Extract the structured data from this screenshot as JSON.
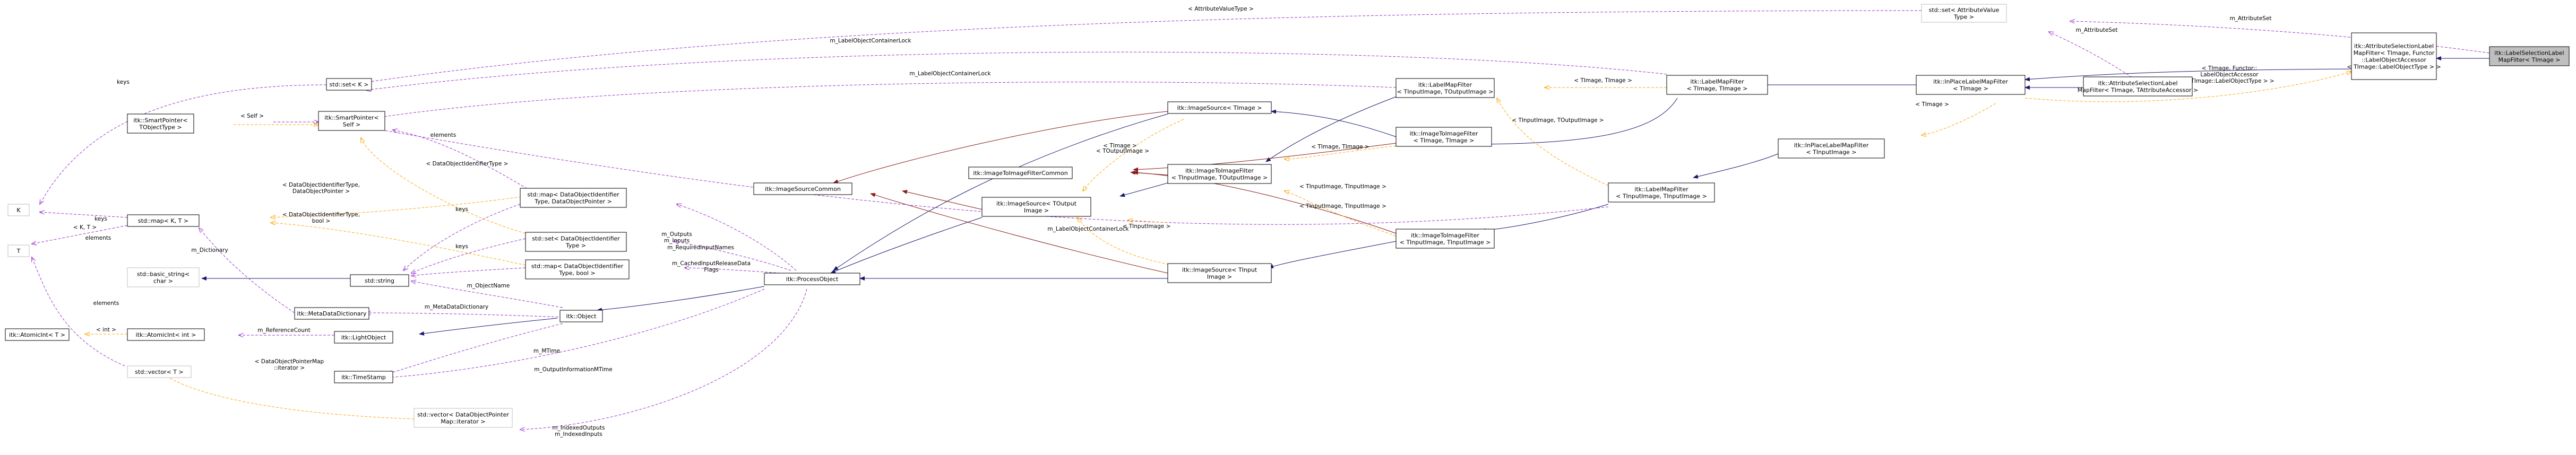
{
  "nodes": {
    "n_self": "itk::LabelSelectionLabel|MapFilter< TImage >",
    "n_attrSelLabelMapFunctor": "itk::AttributeSelectionLabel|MapFilter< TImage, Functor|::LabelObjectAccessor|< TImage::LabelObjectType > >",
    "n_stdSetAttr": "std::set< AttributeValue|Type >",
    "n_attrSelLabelMapTAttr": "itk::AttributeSelectionLabel|MapFilter< TImage, TAttributeAccessor >",
    "n_inPlaceTImage": "itk::InPlaceLabelMapFilter|< TImage >",
    "n_labelMapFilterTImage": "itk::LabelMapFilter|< TImage, TImage >",
    "n_labelMapFilterTIn": "itk::LabelMapFilter|< TInputImage, TOutputImage >",
    "n_inPlaceTIn": "itk::InPlaceLabelMapFilter|< TInputImage >",
    "n_labelMapFilterTInTIn": "itk::LabelMapFilter|< TInputImage, TInputImage >",
    "n_imageToImageTImage": "itk::ImageToImageFilter|< TImage, TImage >",
    "n_imageSourceTImage": "itk::ImageSource< TImage >",
    "n_imageToImageFilterCommon": "itk::ImageToImageFilterCommon",
    "n_imageToImageTInTOut": "itk::ImageToImageFilter|< TInputImage, TOutputImage >",
    "n_imageSourceTOut": "itk::ImageSource< TOutput|Image >",
    "n_imageSourceCommon": "itk::ImageSourceCommon",
    "n_imageToImageTInTIn": "itk::ImageToImageFilter|< TInputImage, TInputImage >",
    "n_imageSourceTIn": "itk::ImageSource< TInput|Image >",
    "n_processObject": "itk::ProcessObject",
    "n_stdMapDOIPtr": "std::map< DataObjectIdentifier|Type, DataObjectPointer >",
    "n_stdSetDOI": "std::set< DataObjectIdentifier|Type >",
    "n_stdMapDOIBool": "std::map< DataObjectIdentifier|Type, bool >",
    "n_object": "itk::Object",
    "n_lightObject": "itk::LightObject",
    "n_timeStamp": "itk::TimeStamp",
    "n_metaDataDictionary": "itk::MetaDataDictionary",
    "n_stdString": "std::string",
    "n_stdBasicString": "std::basic_string<|char >",
    "n_stdMapKT": "std::map< K, T >",
    "n_smartPointerSelf": "itk::SmartPointer<|Self >",
    "n_smartPointerTObj": "itk::SmartPointer<|TObjectType >",
    "n_stdSetK": "std::set< K >",
    "n_K": "K",
    "n_T": "T",
    "n_atomicIntInt": "itk::AtomicInt< int >",
    "n_atomicInt": "itk::AtomicInt< T >",
    "n_stdVectorT": "std::vector< T >",
    "n_stdVectorDOPMap": "std::vector< DataObjectPointer|Map::iterator >"
  },
  "edge_labels": {
    "l_attrValueType": "< AttributeValueType >",
    "l_mAttributeSet1": "m_AttributeSet",
    "l_mAttributeSet2": "m_AttributeSet",
    "l_mLabelObjectContainerLock1": "m_LabelObjectContainerLock",
    "l_mLabelObjectContainerLock2": "m_LabelObjectContainerLock",
    "l_mLabelObjectContainerLock3": "m_LabelObjectContainerLock",
    "l_tImageTImage1": "< TImage, TImage >",
    "l_tImageTImage2": "< TImage, TImage >",
    "l_tInTOut": "< TInputImage, TOutputImage >",
    "l_tInTIn1": "< TInputImage, TInputImage >",
    "l_tInTIn2": "< TInputImage, TInputImage >",
    "l_tImage1": "< TImage >",
    "l_tImage2": "< TImage >",
    "l_tImageFunctor": "< TImage, Functor::|LabelObjectAccessor|< TImage::LabelObjectType > >",
    "l_tOutputImage": "< TOutputImage >",
    "l_tInputImage": "< TInputImage >",
    "l_keys1": "keys",
    "l_keys2": "keys",
    "l_keys3": "keys",
    "l_keys4": "keys",
    "l_elements1": "elements",
    "l_elements2": "elements",
    "l_elements3": "elements",
    "l_self": "< Self >",
    "l_doiType": "< DataObjectIdentifierType >",
    "l_doiTypeDOP": "< DataObjectIdentifierType,|DataObjectPointer >",
    "l_doiTypeBool": "< DataObjectIdentifierType,|bool >",
    "l_kt": "< K, T >",
    "l_int": "< int >",
    "l_mOutputsInputs": "m_Outputs|m_Inputs",
    "l_mRequiredInputNames": "m_RequiredInputNames",
    "l_mCachedInput": "m_CachedInputReleaseData|Flags",
    "l_mObjectName": "m_ObjectName",
    "l_mMetaDataDictionary": "m_MetaDataDictionary",
    "l_mReferenceCount": "m_ReferenceCount",
    "l_mMTime": "m_MTime",
    "l_mOutputInfoMTime": "m_OutputInformationMTime",
    "l_mIndexed": "m_IndexedOutputs|m_IndexedInputs",
    "l_mDictionary": "m_Dictionary",
    "l_dopMapIter": "< DataObjectPointerMap|::iterator >"
  },
  "colors": {
    "inheritance": "#191970",
    "usage": "#9a32cd",
    "template": "#ffa500",
    "plain": "#8b1a1a"
  }
}
